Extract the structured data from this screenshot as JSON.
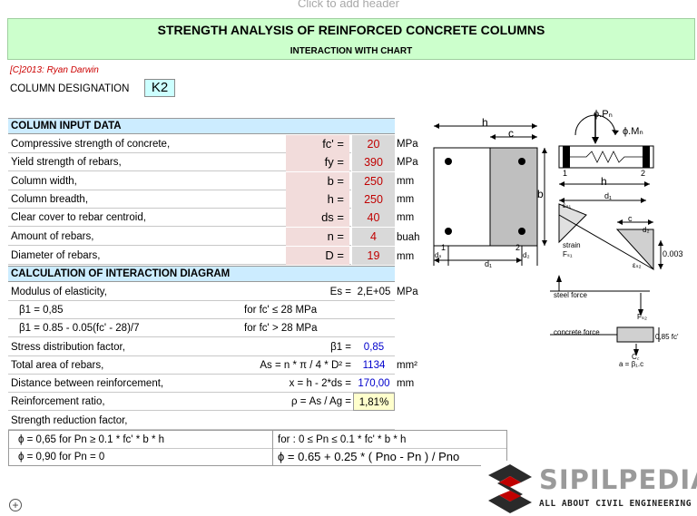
{
  "header_placeholder": "Click to add header",
  "title": "STRENGTH ANALYSIS OF REINFORCED CONCRETE COLUMNS",
  "subtitle": "INTERACTION WITH CHART",
  "copyright": "[C]2013:  Ryan Darwin",
  "column_designation": {
    "label": "COLUMN DESIGNATION",
    "value": "K2"
  },
  "input_section": {
    "heading": "COLUMN INPUT DATA",
    "rows": [
      {
        "label": "Compressive strength of concrete,",
        "symbol": "fc' =",
        "value": "20",
        "unit": "MPa"
      },
      {
        "label": "Yield strength of rebars,",
        "symbol": "fy =",
        "value": "390",
        "unit": "MPa"
      },
      {
        "label": "Column width,",
        "symbol": "b =",
        "value": "250",
        "unit": "mm"
      },
      {
        "label": "Column breadth,",
        "symbol": "h =",
        "value": "250",
        "unit": "mm"
      },
      {
        "label": "Clear cover to rebar centroid,",
        "symbol": "ds =",
        "value": "40",
        "unit": "mm"
      },
      {
        "label": "Amount of rebars,",
        "symbol": "n =",
        "value": "4",
        "unit": "buah"
      },
      {
        "label": "Diameter of rebars,",
        "symbol": "D =",
        "value": "19",
        "unit": "mm"
      }
    ]
  },
  "calc_section": {
    "heading": "CALCULATION OF INTERACTION DIAGRAM",
    "modulus": {
      "label": "Modulus of elasticity,",
      "eq": "Es =",
      "value": "2,E+05",
      "unit": "MPa"
    },
    "beta_a": {
      "label": "β1 = 0,85",
      "cond": "for fc' ≤ 28 MPa"
    },
    "beta_b": {
      "label": "β1 = 0.85 - 0.05(fc' - 28)/7",
      "cond": "for fc' > 28 MPa"
    },
    "stress": {
      "label": "Stress distribution factor,",
      "eq": "β1 =",
      "value": "0,85"
    },
    "area": {
      "label": "Total area of rebars,",
      "eq": "As = n * π / 4 * D² =",
      "value": "1134",
      "unit": "mm²"
    },
    "distance": {
      "label": "Distance between reinforcement,",
      "eq": "x =  h - 2*ds =",
      "value": "170,00",
      "unit": "mm"
    },
    "ratio": {
      "label": "Reinforcement ratio,",
      "eq": "ρ = As / Ag =",
      "value": "1,81%"
    },
    "reduction": {
      "label": "Strength reduction factor,"
    }
  },
  "phi": {
    "l1": "ϕ =  0,65  for  Pn ≥ 0.1 * fc' * b * h",
    "l2": "ϕ =  0,90  for  Pn = 0",
    "r1": "for :  0  ≤  Pn ≤  0.1 * fc' * b * h",
    "r2": "ϕ = 0.65 + 0.25 * ( Pno - Pn ) / Pno"
  },
  "diagram": {
    "h": "h",
    "c": "c",
    "b": "b",
    "d1": "d₁",
    "ds": "dₛ",
    "d2": "d₂",
    "n1": "1",
    "n2": "2",
    "phiPn": "ϕ.Pₙ",
    "phiMn": "ϕ.Mₙ",
    "strain": "strain",
    "steel_force": "steel force",
    "concrete_force": "concrete force",
    "eps_s1": "εₛ₁",
    "eps_s2": "εₛ₂",
    "eps_val": "0.003",
    "Fs1": "Fₛ₁",
    "Fs2": "Fₛ₂",
    "Cc": "C꜀",
    "stress_val": "0,85 fc'",
    "a_eq": "a = β₁.c"
  },
  "logo": {
    "name": "SIPILPEDIA",
    "tagline": "ALL ABOUT CIVIL ENGINEERING"
  }
}
